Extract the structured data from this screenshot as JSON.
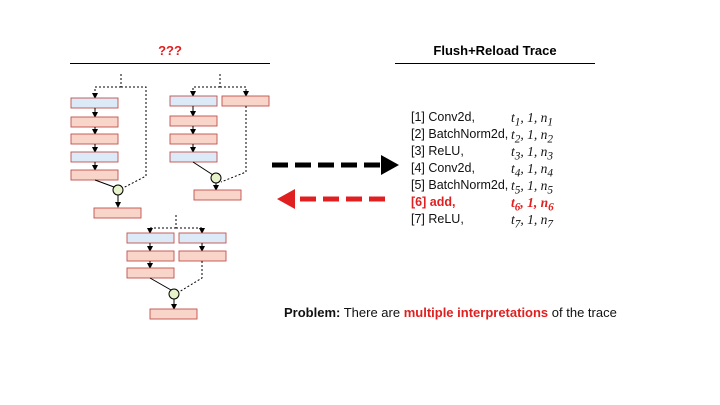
{
  "left_title": "???",
  "right_title": "Flush+Reload Trace",
  "colors": {
    "blue_box": "#dbeaf6",
    "pink_box": "#f9d5c9",
    "add_node": "#e6f2c9",
    "highlight": "#e02020",
    "arrow_black": "#000000"
  },
  "trace": [
    {
      "label": "[1] Conv2d,",
      "t": "t",
      "ti": "1",
      "n": "n",
      "ni": "1",
      "highlight": false
    },
    {
      "label": "[2] BatchNorm2d,",
      "t": "t",
      "ti": "2",
      "n": "n",
      "ni": "2",
      "highlight": false
    },
    {
      "label": "[3] ReLU,",
      "t": "t",
      "ti": "3",
      "n": "n",
      "ni": "3",
      "highlight": false
    },
    {
      "label": "[4] Conv2d,",
      "t": "t",
      "ti": "4",
      "n": "n",
      "ni": "4",
      "highlight": false
    },
    {
      "label": "[5] BatchNorm2d,",
      "t": "t",
      "ti": "5",
      "n": "n",
      "ni": "5",
      "highlight": false
    },
    {
      "label": "[6] add,",
      "t": "t",
      "ti": "6",
      "n": "n",
      "ni": "6",
      "highlight": true
    },
    {
      "label": "[7] ReLU,",
      "t": "t",
      "ti": "7",
      "n": "n",
      "ni": "7",
      "highlight": false
    }
  ],
  "problem": {
    "prefix": "Problem:",
    "text_before": " There are ",
    "emphasis": "multiple interpretations",
    "text_after": " of the trace"
  }
}
